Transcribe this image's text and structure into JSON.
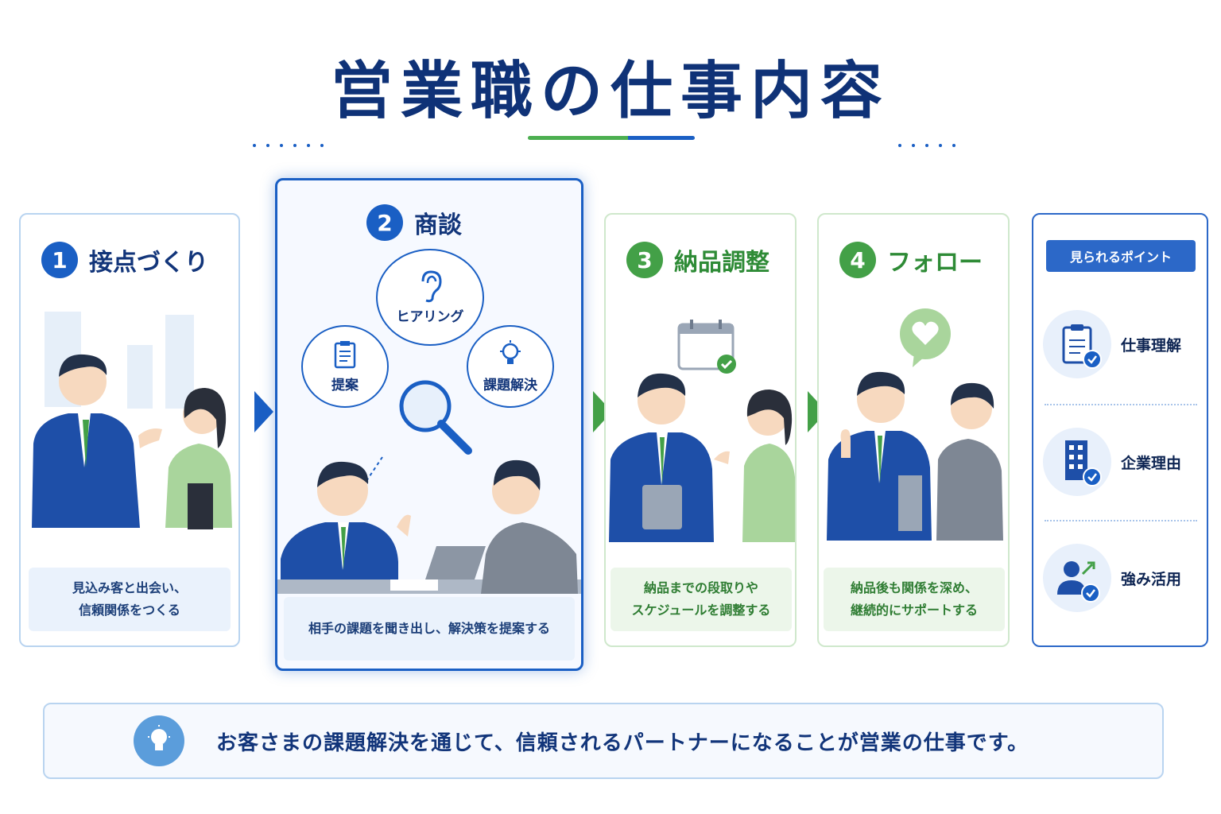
{
  "title": "営業職の仕事内容",
  "steps": [
    {
      "number": "1",
      "label": "接点づくり",
      "description": [
        "見込み客と出会い、",
        "信頼関係をつくる"
      ]
    },
    {
      "number": "2",
      "label": "商談",
      "description": [
        "相手の課題を聞き出し、解決策を提案する"
      ],
      "bubbles": {
        "hearing": "ヒアリング",
        "proposal": "提案",
        "solution": "課題解決"
      }
    },
    {
      "number": "3",
      "label": "納品調整",
      "description": [
        "納品までの段取りや",
        "スケジュールを調整する"
      ]
    },
    {
      "number": "4",
      "label": "フォロー",
      "description": [
        "納品後も関係を深め、",
        "継続的にサポートする"
      ]
    }
  ],
  "points": {
    "badge": "見られるポイント",
    "items": [
      {
        "label": "仕事理解",
        "icon": "clipboard-check-icon"
      },
      {
        "label": "企業理由",
        "icon": "building-check-icon"
      },
      {
        "label": "強み活用",
        "icon": "person-growth-check-icon"
      }
    ]
  },
  "footer": {
    "text": "お客さまの課題解決を通じて、信頼されるパートナーになることが営業の仕事です。",
    "icon": "lightbulb-icon"
  },
  "colors": {
    "navy": "#0f3277",
    "blue": "#1a5fc4",
    "green": "#43a047",
    "light_blue": "#eaf2fc",
    "light_green": "#ecf6ea"
  }
}
